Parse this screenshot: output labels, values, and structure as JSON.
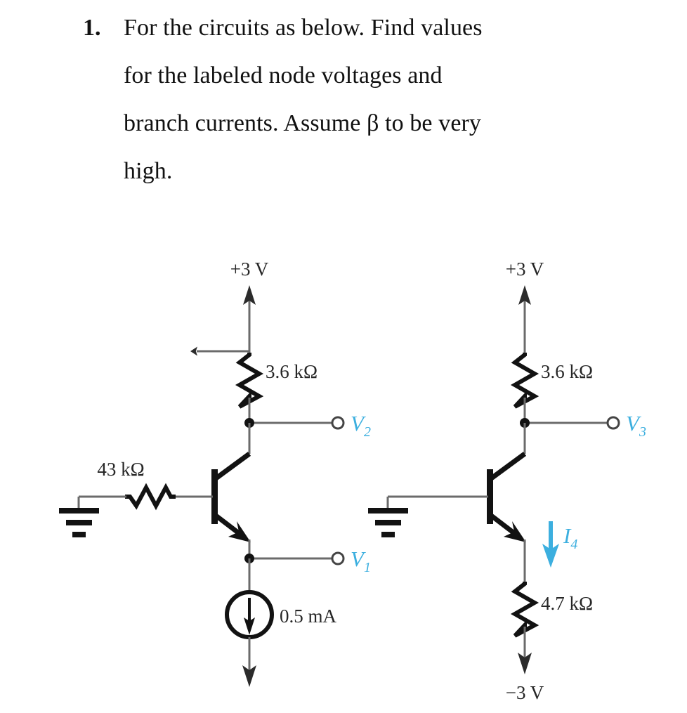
{
  "problem": {
    "number": "1.",
    "lines": [
      "For the circuits as below. Find values",
      "for the labeled node voltages and",
      "branch currents. Assume β to be very",
      "high."
    ]
  },
  "colors": {
    "label_blue": "#3cafdf",
    "wire": "#6b6b6b",
    "device": "#121212",
    "text": "#262626",
    "background": "#ffffff"
  },
  "circuits": [
    {
      "id": "left-circuit",
      "supply_top": "+3 V",
      "collector_resistor": "3.6 kΩ",
      "base_resistor": "43 kΩ",
      "current_source": "0.5 mA",
      "node_labels": [
        {
          "name": "V2",
          "base": "V",
          "sub": "2",
          "at": "collector"
        },
        {
          "name": "V1",
          "base": "V",
          "sub": "1",
          "at": "emitter"
        }
      ],
      "ground": "ground",
      "transistor": "npn-bjt"
    },
    {
      "id": "right-circuit",
      "supply_top": "+3 V",
      "supply_bottom": "−3 V",
      "collector_resistor": "3.6 kΩ",
      "emitter_resistor": "4.7 kΩ",
      "node_labels": [
        {
          "name": "V3",
          "base": "V",
          "sub": "3",
          "at": "collector"
        }
      ],
      "current_labels": [
        {
          "name": "I4",
          "base": "I",
          "sub": "4",
          "at": "emitter"
        }
      ],
      "ground": "ground",
      "transistor": "npn-bjt"
    }
  ]
}
